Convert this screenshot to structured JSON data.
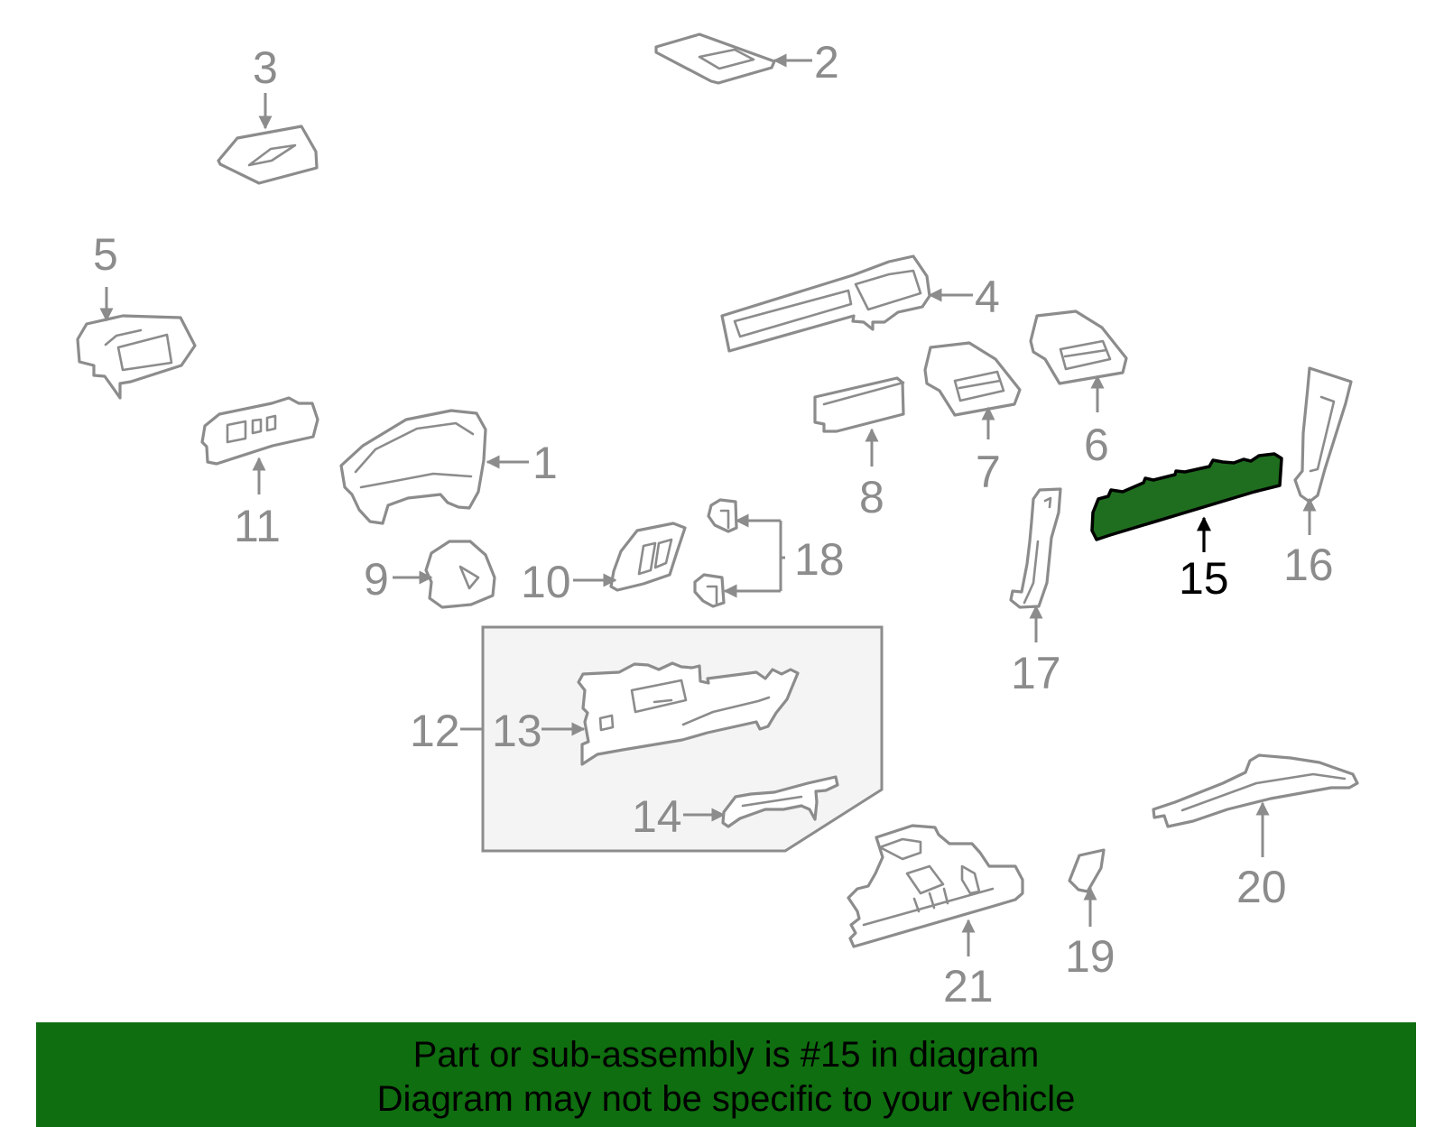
{
  "diagram": {
    "callouts": [
      {
        "id": "1",
        "label": "1"
      },
      {
        "id": "2",
        "label": "2"
      },
      {
        "id": "3",
        "label": "3"
      },
      {
        "id": "4",
        "label": "4"
      },
      {
        "id": "5",
        "label": "5"
      },
      {
        "id": "6",
        "label": "6"
      },
      {
        "id": "7",
        "label": "7"
      },
      {
        "id": "8",
        "label": "8"
      },
      {
        "id": "9",
        "label": "9"
      },
      {
        "id": "10",
        "label": "10"
      },
      {
        "id": "11",
        "label": "11"
      },
      {
        "id": "12",
        "label": "12"
      },
      {
        "id": "13",
        "label": "13"
      },
      {
        "id": "14",
        "label": "14"
      },
      {
        "id": "15",
        "label": "15"
      },
      {
        "id": "16",
        "label": "16"
      },
      {
        "id": "17",
        "label": "17"
      },
      {
        "id": "18",
        "label": "18"
      },
      {
        "id": "19",
        "label": "19"
      },
      {
        "id": "20",
        "label": "20"
      },
      {
        "id": "21",
        "label": "21"
      }
    ],
    "highlighted_part": "15",
    "colors": {
      "line": "#8c8c8c",
      "highlight_fill": "#1f6e1f",
      "highlight_text": "#000000",
      "banner_bg": "#0f6e0f",
      "subassembly_box_fill": "#f4f4f4"
    }
  },
  "banner": {
    "line1": "Part or sub-assembly is #15 in diagram",
    "line2": "Diagram may not be specific to your vehicle"
  }
}
